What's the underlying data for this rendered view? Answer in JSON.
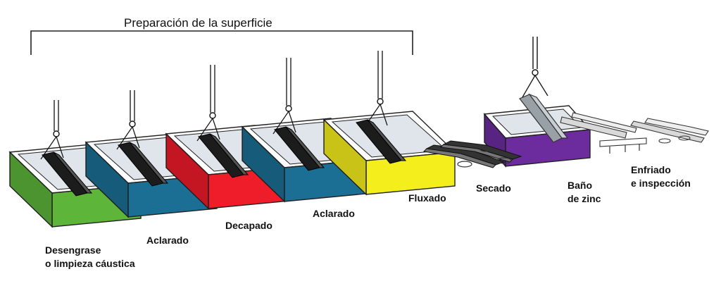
{
  "header": {
    "bracket_label": "Preparación de la superficie"
  },
  "stages": [
    {
      "id": "desengrase",
      "lines": [
        "Desengrase",
        "o limpieza cáustica"
      ],
      "color": "#5db53a"
    },
    {
      "id": "aclarado-1",
      "lines": [
        "Aclarado"
      ],
      "color": "#1b6f94"
    },
    {
      "id": "decapado",
      "lines": [
        "Decapado"
      ],
      "color": "#ef1c2a"
    },
    {
      "id": "aclarado-2",
      "lines": [
        "Aclarado"
      ],
      "color": "#1b6f94"
    },
    {
      "id": "fluxado",
      "lines": [
        "Fluxado"
      ],
      "color": "#f4ee1c"
    },
    {
      "id": "secado",
      "lines": [
        "Secado"
      ]
    },
    {
      "id": "bano-zinc",
      "lines": [
        "Baño",
        "de zinc"
      ],
      "color": "#6c2c9e"
    },
    {
      "id": "enfriado",
      "lines": [
        "Enfriado",
        "e inspección"
      ]
    }
  ],
  "colors": {
    "tank_rim": "#ffffff",
    "tank_outline": "#222222",
    "liquid": "#dfe5ea",
    "beam": "#1c1c1c",
    "zinc_beam": "#9aa1a6",
    "rope": "#111111"
  }
}
